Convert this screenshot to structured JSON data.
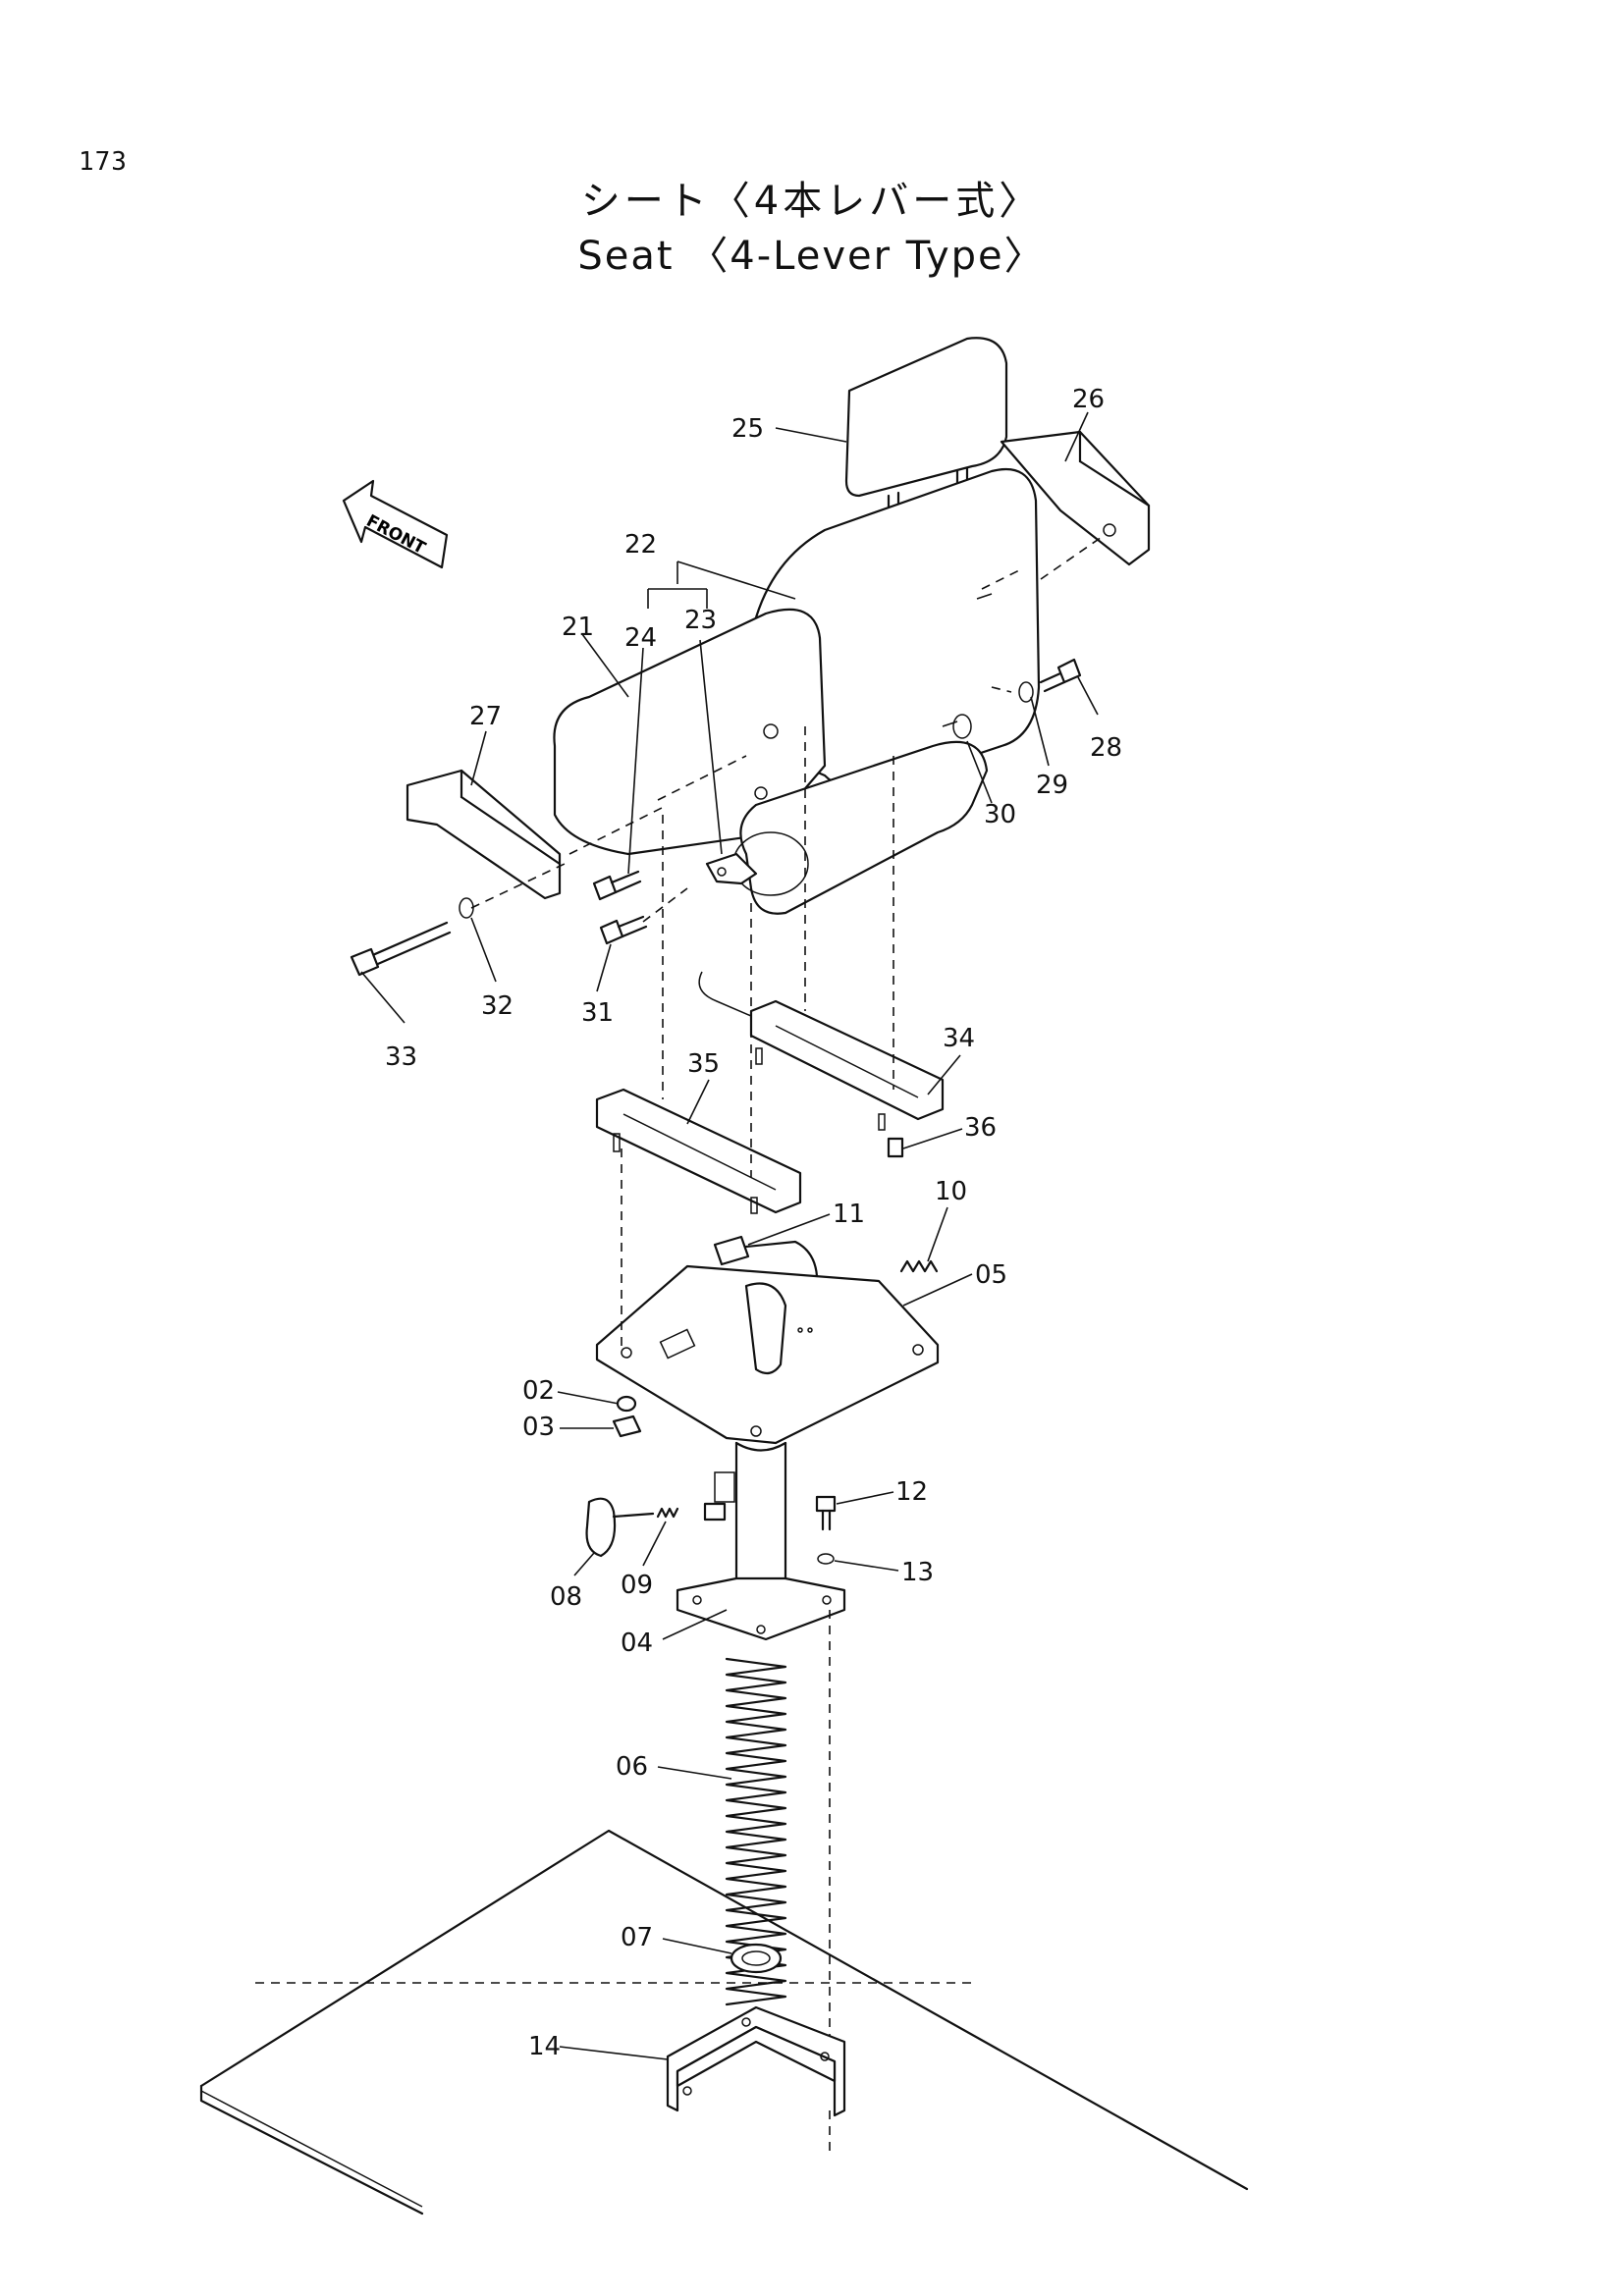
{
  "page_number": "173",
  "title_jp": "シート〈4本レバー式〉",
  "title_en": "Seat 〈4-Lever Type〉",
  "front_label": "FRONT",
  "callouts": [
    "25",
    "26",
    "22",
    "21",
    "24",
    "23",
    "27",
    "28",
    "29",
    "30",
    "33",
    "32",
    "31",
    "35",
    "34",
    "36",
    "11",
    "10",
    "05",
    "02",
    "03",
    "12",
    "08",
    "09",
    "13",
    "04",
    "06",
    "07",
    "14"
  ]
}
